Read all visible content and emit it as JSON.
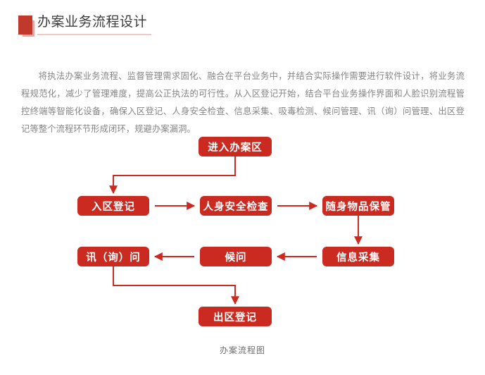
{
  "page": {
    "title": "办案业务流程设计",
    "accent_color": "#cb2a21",
    "marker_front_color": "#c0392b",
    "marker_back_color": "#e8a79e",
    "underline_color": "#f2c9c3",
    "body_text_color": "#858585"
  },
  "header": {
    "title": "办案业务流程设计"
  },
  "content": {
    "paragraph": "将执法办案业务流程、监督管理需求固化、融合在平台业务中，并结合实际操作需要进行软件设计，将业务流程规范化，减少了管理难度，提高公正执法的可行性。从入区登记开始，结合平台业务操作界面和人脸识别流程管控终端等智能化设备，确保入区登记、人身安全检查、信息采集、吸毒检测、候问管理、讯（询）问管理、出区登记等整个流程环节形成闭环，规避办案漏洞。"
  },
  "flowchart": {
    "caption": "办案流程图",
    "nodes": [
      {
        "id": "enter",
        "label": "进入办案区"
      },
      {
        "id": "reg",
        "label": "入区登记"
      },
      {
        "id": "safety",
        "label": "人身安全检查"
      },
      {
        "id": "belong",
        "label": "随身物品保管"
      },
      {
        "id": "inquiry",
        "label": "讯（询）问"
      },
      {
        "id": "wait",
        "label": "候问"
      },
      {
        "id": "collect",
        "label": "信息采集"
      },
      {
        "id": "exit",
        "label": "出区登记"
      }
    ],
    "edges": [
      {
        "from": "enter",
        "to": "reg",
        "direction": "down-left-down"
      },
      {
        "from": "reg",
        "to": "safety",
        "direction": "right"
      },
      {
        "from": "safety",
        "to": "belong",
        "direction": "right"
      },
      {
        "from": "belong",
        "to": "collect",
        "direction": "down"
      },
      {
        "from": "collect",
        "to": "wait",
        "direction": "left"
      },
      {
        "from": "wait",
        "to": "inquiry",
        "direction": "left"
      },
      {
        "from": "inquiry",
        "to": "exit",
        "direction": "down-right-down"
      }
    ]
  }
}
